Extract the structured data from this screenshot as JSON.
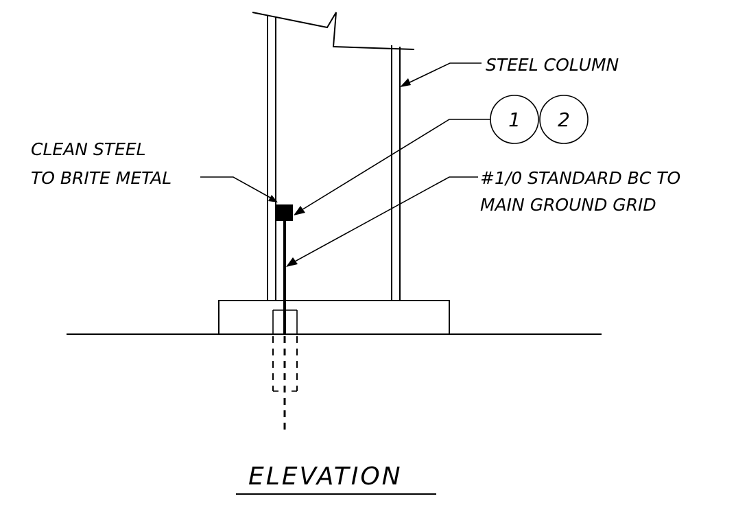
{
  "labels": {
    "steel_column": "STEEL COLUMN",
    "clean_steel_line1": "CLEAN STEEL",
    "clean_steel_line2": "TO BRITE METAL",
    "conductor_line1": "#1/0 STANDARD BC TO",
    "conductor_line2": "MAIN GROUND GRID",
    "title": "ELEVATION"
  },
  "callout_bubbles": [
    "1",
    "2"
  ],
  "colors": {
    "line": "#000000",
    "background": "#ffffff"
  }
}
